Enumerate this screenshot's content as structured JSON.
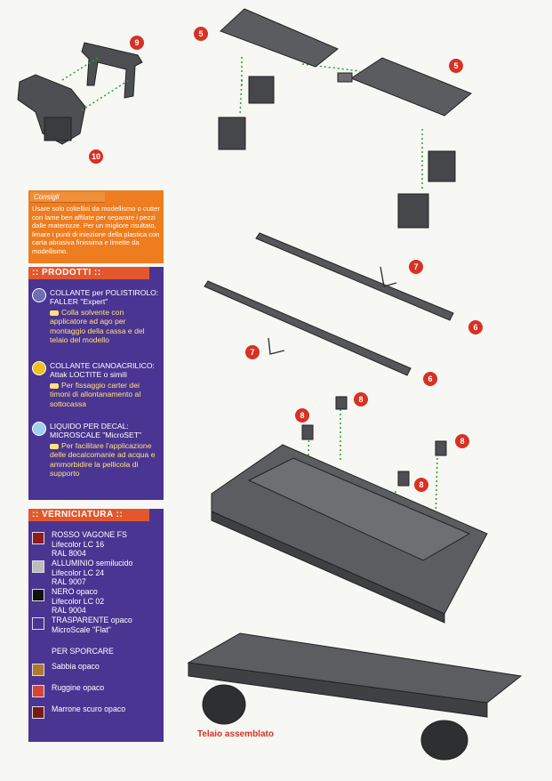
{
  "consigli": {
    "title": "Consigli",
    "text": "Usare solo coltellini da modellismo o cutter con lame ben affilate per separare i pezzi dalle materozze. Per un migliore risultato, limare i punti di iniezione della plastica con carta abrasiva finissima e limette da modellismo."
  },
  "prodotti": {
    "title": ":: PRODOTTI ::",
    "items": [
      {
        "title": "COLLANTE per POLISTIROLO: FALLER \"Expert\"",
        "desc": "Colla solvente con applicatore ad ago per montaggio della cassa e del telaio del modello",
        "icon": "drop-icon",
        "icon_color": "#6d6fb4"
      },
      {
        "title": "COLLANTE CIANOACRILICO: Attak LOCTITE o simili",
        "desc": "Per fissaggio carter dei timoni di allontanamento al sottocassa",
        "icon": "drop-icon",
        "icon_color": "#f2c01c"
      },
      {
        "title": "LIQUIDO PER DECAL: MICROSCALE \"MicroSET\"",
        "desc": "Per facilitare l'applicazione delle decalcomanie ad acqua e ammorbidire la pellicola di supporto",
        "icon": "drop-icon",
        "icon_color": "#9fd0f0"
      }
    ]
  },
  "verniciatura": {
    "title": ":: VERNICIATURA ::",
    "colors": [
      {
        "lines": [
          "ROSSO VAGONE FS",
          "Lifecolor LC 16",
          "RAL 8004"
        ],
        "color": "#8e1a1c"
      },
      {
        "lines": [
          "ALLUMINIO semilucido",
          "Lifecolor LC 24",
          "RAL 9007"
        ],
        "color": "#bdbdbd"
      },
      {
        "lines": [
          "NERO opaco",
          "Lifecolor LC 02",
          "RAL 9004"
        ],
        "color": "#111111"
      },
      {
        "lines": [
          "TRASPARENTE opaco",
          "MicroScale \"Flat\""
        ],
        "color": "#4a3592"
      }
    ],
    "per_sporcare": "PER SPORCARE",
    "dirt_colors": [
      {
        "label": "Sabbia opaco",
        "color": "#b07a2a"
      },
      {
        "label": "Ruggine opaco",
        "color": "#d7423a"
      },
      {
        "label": "Marrone scuro opaco",
        "color": "#7a1a18"
      }
    ]
  },
  "callouts": {
    "c9": "9",
    "c10": "10",
    "c5a": "5",
    "c5b": "5",
    "c7a": "7",
    "c6a": "6",
    "c7b": "7",
    "c6b": "6",
    "c8a": "8",
    "c8b": "8",
    "c8c": "8",
    "c8d": "8"
  },
  "caption": "Telaio assemblato"
}
